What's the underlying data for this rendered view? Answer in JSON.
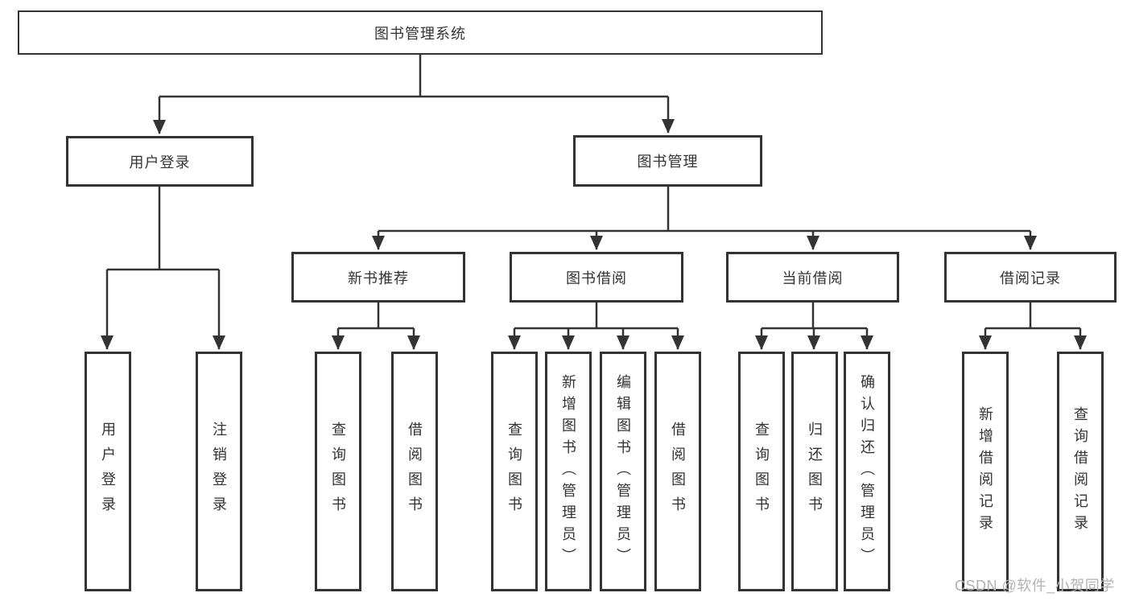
{
  "diagram": {
    "root": {
      "label": "图书管理系统"
    },
    "level1": [
      {
        "id": "user-login",
        "label": "用户登录",
        "children": [
          {
            "label": "用户登录"
          },
          {
            "label": "注销登录"
          }
        ]
      },
      {
        "id": "book-management",
        "label": "图书管理",
        "children": [
          {
            "id": "new-book-recommend",
            "label": "新书推荐",
            "children": [
              {
                "label": "查询图书"
              },
              {
                "label": "借阅图书"
              }
            ]
          },
          {
            "id": "book-borrow",
            "label": "图书借阅",
            "children": [
              {
                "label": "查询图书"
              },
              {
                "label": "新增图书（管理员）"
              },
              {
                "label": "编辑图书（管理员）"
              },
              {
                "label": "借阅图书"
              }
            ]
          },
          {
            "id": "current-borrow",
            "label": "当前借阅",
            "children": [
              {
                "label": "查询图书"
              },
              {
                "label": "归还图书"
              },
              {
                "label": "确认归还（管理员）"
              }
            ]
          },
          {
            "id": "borrow-record",
            "label": "借阅记录",
            "children": [
              {
                "label": "新增借阅记录"
              },
              {
                "label": "查询借阅记录"
              }
            ]
          }
        ]
      }
    ]
  },
  "watermark": {
    "text": "CSDN @软件_小贺同学"
  },
  "colors": {
    "background": "#ffffff",
    "line": "#333333",
    "border": "#333333",
    "text": "#333333",
    "watermark": "#b2b2b2"
  }
}
